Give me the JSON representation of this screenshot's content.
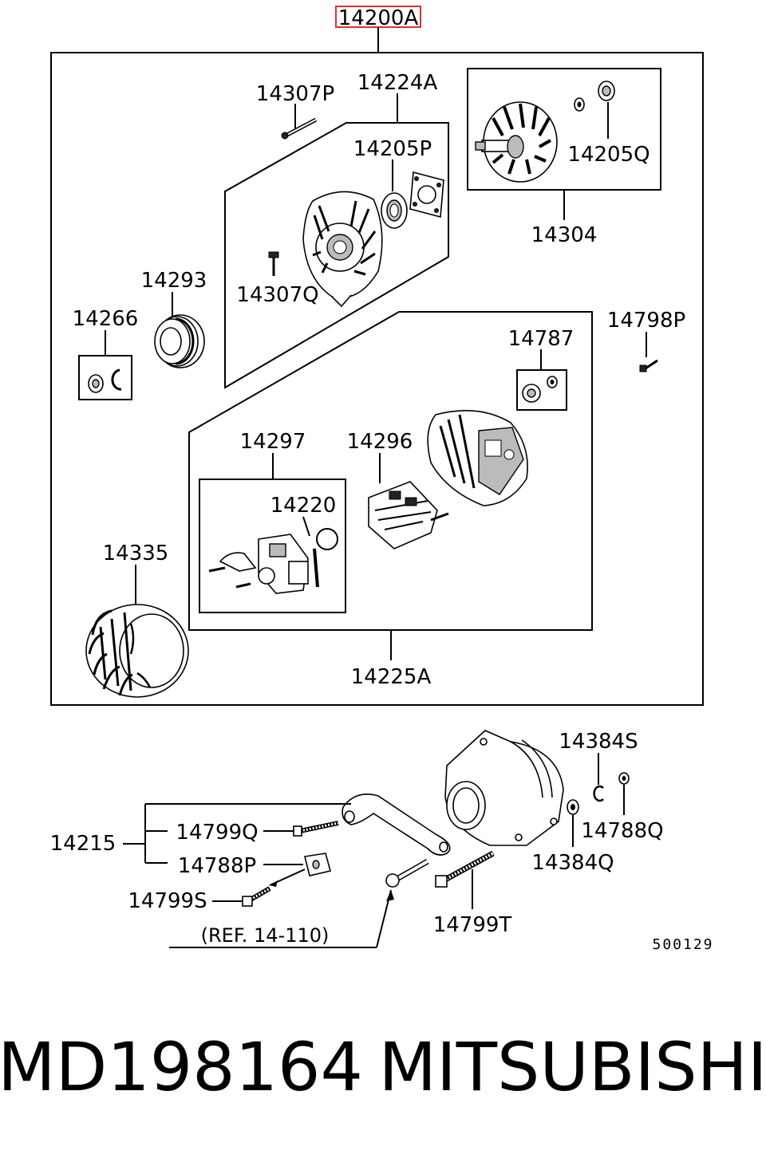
{
  "diagram": {
    "assembly_number": "14200A",
    "labels": {
      "l14307P": "14307P",
      "l14224A": "14224A",
      "l14205P": "14205P",
      "l14205Q": "14205Q",
      "l14304": "14304",
      "l14293": "14293",
      "l14307Q": "14307Q",
      "l14266": "14266",
      "l14798P": "14798P",
      "l14787": "14787",
      "l14297": "14297",
      "l14296": "14296",
      "l14220": "14220",
      "l14335": "14335",
      "l14225A": "14225A",
      "l14384S": "14384S",
      "l14788Q": "14788Q",
      "l14384Q": "14384Q",
      "l14215": "14215",
      "l14799Q": "14799Q",
      "l14788P": "14788P",
      "l14799S": "14799S",
      "l14799T": "14799T"
    },
    "reference": "(REF. 14-110)",
    "figure_code": "500129",
    "highlight_color": "#e03030"
  },
  "caption": {
    "part_number": "MD198164",
    "brand": "MITSUBISHI"
  }
}
